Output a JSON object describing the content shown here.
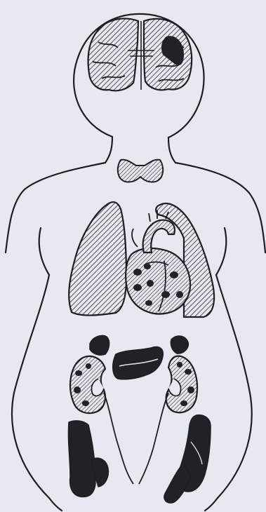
{
  "figure": {
    "colors": {
      "background": "#e6eaf0",
      "outline": "#1e1e22",
      "hatch": "#2a2a30",
      "organ_fill": "#e6eaf0",
      "solid": "#222226"
    },
    "organs": [
      "brain",
      "thyroid",
      "right-lung",
      "left-lung",
      "heart",
      "right-kidney",
      "left-kidney",
      "adrenal-glands",
      "colon"
    ]
  }
}
